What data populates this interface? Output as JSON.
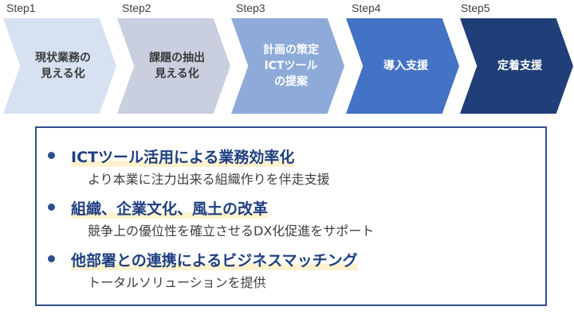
{
  "steps": [
    {
      "label": "Step1",
      "text": "現状業務の\n見える化",
      "color": "#d6e1f1",
      "text_color": "#3a3a3a"
    },
    {
      "label": "Step2",
      "text": "課題の抽出\n見える化",
      "color": "#c9cfdf",
      "text_color": "#3a3a3a"
    },
    {
      "label": "Step3",
      "text": "計画の策定\nICTツール\nの提案",
      "color": "#8eaad9",
      "text_color": "#ffffff"
    },
    {
      "label": "Step4",
      "text": "導入支援",
      "color": "#4472c4",
      "text_color": "#ffffff"
    },
    {
      "label": "Step5",
      "text": "定着支援",
      "color": "#203f78",
      "text_color": "#ffffff"
    }
  ],
  "points": [
    {
      "heading": "ICTツール活用による業務効率化",
      "sub": "より本業に注力出来る組織作りを伴走支援"
    },
    {
      "heading": "組織、企業文化、風土の改革",
      "sub": "競争上の優位性を確立させるDX化促進をサポート"
    },
    {
      "heading": "他部署との連携によるビジネスマッチング",
      "sub": "トータルソリューションを提供"
    }
  ]
}
